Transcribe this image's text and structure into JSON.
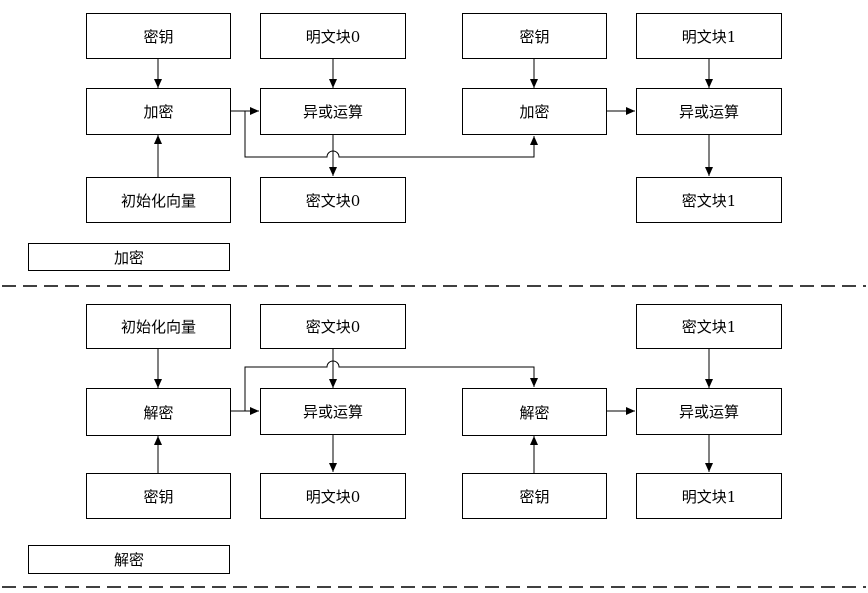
{
  "encrypt": {
    "section_label": "加密",
    "key_a": "密钥",
    "encrypt_a": "加密",
    "iv": "初始化向量",
    "plain_0": "明文块0",
    "xor_0": "异或运算",
    "cipher_0": "密文块0",
    "key_b": "密钥",
    "encrypt_b": "加密",
    "plain_1": "明文块1",
    "xor_1": "异或运算",
    "cipher_1": "密文块1"
  },
  "decrypt": {
    "section_label": "解密",
    "iv": "初始化向量",
    "decrypt_a": "解密",
    "key_a": "密钥",
    "cipher_0": "密文块0",
    "xor_0": "异或运算",
    "plain_0": "明文块0",
    "decrypt_b": "解密",
    "key_b": "密钥",
    "cipher_1": "密文块1",
    "xor_1": "异或运算",
    "plain_1": "明文块1"
  }
}
